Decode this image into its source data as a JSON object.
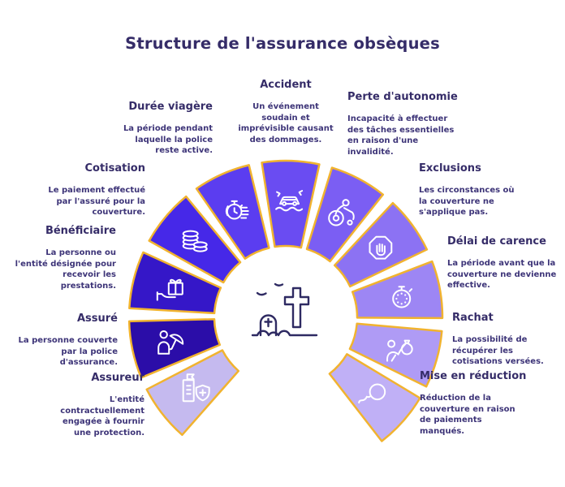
{
  "title": "Structure de l'assurance obsèques",
  "center_icon": "cemetery-icon",
  "colors": {
    "background": "#ffffff",
    "border": "#f1b32f",
    "title": "#352c68",
    "heading": "#352c68",
    "description": "#3d3478",
    "icon_stroke": "#ffffff",
    "center_icon_stroke": "#2e2a62"
  },
  "segments": [
    {
      "id": "assureur",
      "label": "Assureur",
      "description": "L'entité\ncontractuellement\nengagée à fournir\nune protection.",
      "color": "#c5baef",
      "icon": "building-shield-icon"
    },
    {
      "id": "assure",
      "label": "Assuré",
      "description": "La personne couverte\npar la police\nd'assurance.",
      "color": "#2b0da8",
      "icon": "person-umbrella-icon"
    },
    {
      "id": "beneficiaire",
      "label": "Bénéficiaire",
      "description": "La personne ou\nl'entité désignée pour\nrecevoir les\nprestations.",
      "color": "#3517c8",
      "icon": "hand-gift-icon"
    },
    {
      "id": "cotisation",
      "label": "Cotisation",
      "description": "Le paiement effectué\npar l'assuré pour la\ncouverture.",
      "color": "#4628e8",
      "icon": "coins-icon"
    },
    {
      "id": "duree",
      "label": "Durée viagère",
      "description": "La période pendant\nlaquelle la police\nreste active.",
      "color": "#5b3df0",
      "icon": "hand-stopwatch-icon"
    },
    {
      "id": "accident",
      "label": "Accident",
      "description": "Un événement\nsoudain et\nimprévisible causant\ndes dommages.",
      "color": "#6a4cf2",
      "icon": "car-accident-icon"
    },
    {
      "id": "perte",
      "label": "Perte d'autonomie",
      "description": "Incapacité à effectuer\ndes tâches essentielles\nen raison d'une\ninvalidité.",
      "color": "#7b5ef3",
      "icon": "wheelchair-icon"
    },
    {
      "id": "exclusions",
      "label": "Exclusions",
      "description": "Les circonstances où\nla couverture ne\ns'applique pas.",
      "color": "#8c72f3",
      "icon": "stop-hand-icon"
    },
    {
      "id": "delai",
      "label": "Délai de carence",
      "description": "La période avant que la\ncouverture ne devienne\neffective.",
      "color": "#9d86f4",
      "icon": "stopwatch-icon"
    },
    {
      "id": "rachat",
      "label": "Rachat",
      "description": "La possibilité de\nrécupérer les\ncotisations versées.",
      "color": "#af9bf5",
      "icon": "money-bag-icon"
    },
    {
      "id": "mise",
      "label": "Mise en réduction",
      "description": "Réduction de la\ncouverture en raison\nde paiements\nmanqués.",
      "color": "#c0b0f6",
      "icon": "deflating-balloon-icon"
    }
  ]
}
